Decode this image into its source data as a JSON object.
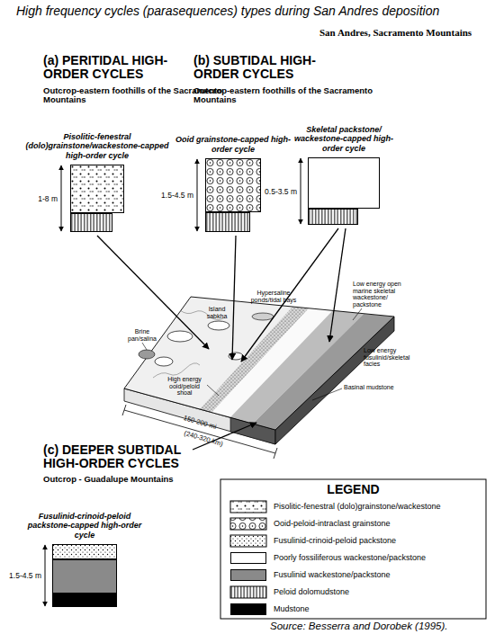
{
  "diagram": {
    "title": "High frequency cycles (parasequences) types during San Andres deposition",
    "caption": "Source: Besserra and Dorobek (1995).",
    "nodes": [
      {
        "text": [
          "Pisolitic-fenestral (dolo)grainstone/wackestone-capped high-order cycle",
          "1-8 m"
        ]
      },
      {
        "text": [
          "Ooid grainstone-capped high-order cycle",
          "1.5-4.5 m"
        ]
      },
      {
        "text": [
          "Skeletal packstone/ wackestone-capped high-order cycle",
          "0.5-3.5 m"
        ]
      },
      {
        "text": [
          "Fusulinid-crinoid-peloid packstone-capped high-order cycle",
          "1.5-4.5 m"
        ]
      }
    ],
    "labels": [
      "San Andres, Sacramento Mountains",
      "(a) PERITIDAL HIGH-ORDER CYCLES",
      "Outcrop-eastern foothills of the Sacramento Mountains",
      "(b) SUBTIDAL HIGH-ORDER CYCLES",
      "Outcrop-eastern foothills of the Sacramento Mountains",
      "Brine pan/salina",
      "Island sabkha",
      "Hypersaline ponds/tidal bays",
      "Low energy open marine skeletal wackestone/ packstone",
      "Low energy fusulinid/skeletal facies",
      "Basinal mudstone",
      "High energy ooid/peloid shoal",
      "150-200 mi",
      "(240-320 km)",
      "(c) DEEPER SUBTIDAL HIGH-ORDER CYCLES",
      "Outcrop - Guadalupe Mountains",
      "LEGEND"
    ],
    "legend": [
      {
        "text": "Pisolitic-fenestral (dolo)grainstone/wackestone"
      },
      {
        "text": "Ooid-peloid-intraclast grainstone"
      },
      {
        "text": "Fusulinid-crinoid-peloid packstone"
      },
      {
        "text": "Poorly fossiliferous wackestone/packstone",
        "color": "#ffffff"
      },
      {
        "text": "Fusulinid wackestone/packstone",
        "color": "#8a8a8a"
      },
      {
        "text": "Peloid dolomudstone"
      },
      {
        "text": "Mudstone",
        "color": "#000000"
      }
    ]
  }
}
